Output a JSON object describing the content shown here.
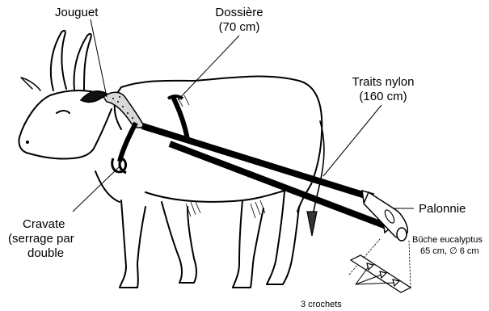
{
  "labels": {
    "jouguet": "Jouguet",
    "dossiere_line1": "Dossière",
    "dossiere_line2": "(70 cm)",
    "traits_line1": "Traits nylon",
    "traits_line2": "(160 cm)",
    "palonnie": "Palonnie",
    "cravate_line1": "Cravate",
    "cravate_line2": "(serrage par",
    "cravate_line3": "double",
    "buche_line1": "Bûche eucalyptus",
    "buche_line2": "65 cm, ∅ 6 cm",
    "crochets": "3 crochets"
  }
}
